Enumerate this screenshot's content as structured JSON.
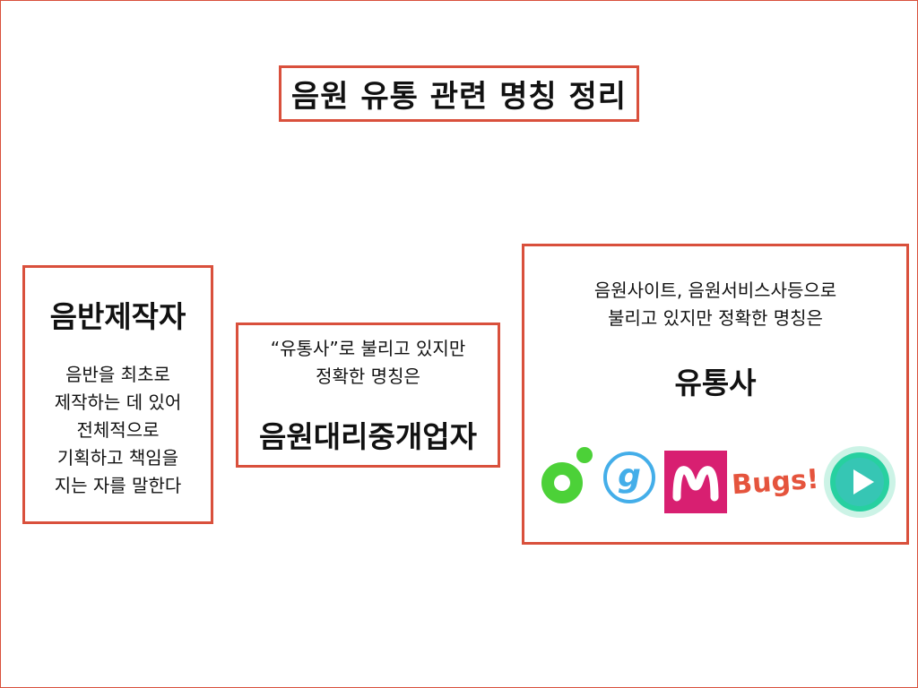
{
  "title": "음원 유통 관련 명칭 정리",
  "producer": {
    "heading": "음반제작자",
    "description_lines": [
      "음반을 최초로",
      "제작하는 데 있어",
      "전체적으로",
      "기획하고 책임을",
      "지는 자를 말한다"
    ]
  },
  "agent": {
    "intro_lines": [
      "“유통사”로 불리고 있지만",
      "정확한 명칭은"
    ],
    "heading": "음원대리중개업자"
  },
  "distributor": {
    "intro_lines": [
      "음원사이트, 음원서비스사등으로",
      "불리고 있지만 정확한 명칭은"
    ],
    "heading": "유통사",
    "logos": [
      {
        "icon": "melon-logo-icon",
        "color": "#4cd138"
      },
      {
        "icon": "genie-logo-icon",
        "color": "#44aee9"
      },
      {
        "icon": "mnet-logo-icon",
        "color": "#d81f71"
      },
      {
        "icon": "bugs-logo-icon",
        "color": "#e5543d",
        "text": "Bugs!"
      },
      {
        "icon": "play-logo-icon",
        "color": "#27d0a0"
      }
    ]
  },
  "colors": {
    "border": "#d9503c"
  }
}
